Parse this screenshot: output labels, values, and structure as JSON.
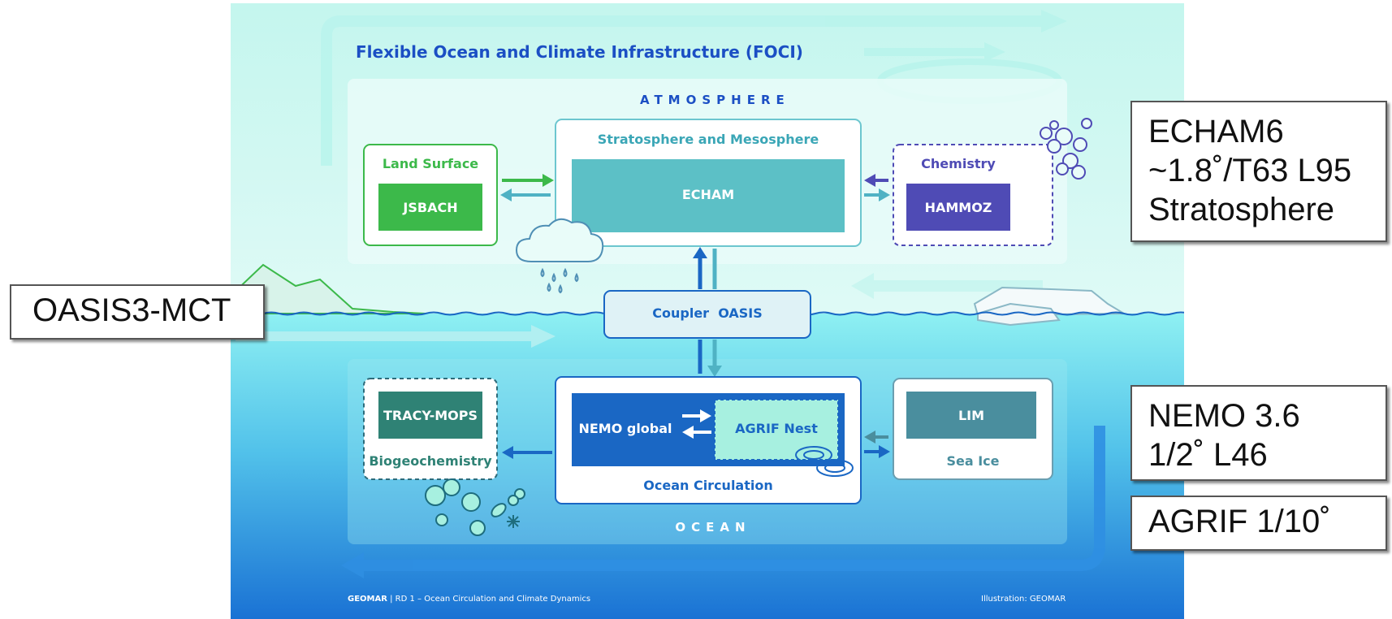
{
  "diagram": {
    "title": "Flexible Ocean and Climate Infrastructure (FOCI)",
    "layers": {
      "atmosphere": "ATMOSPHERE",
      "ocean": "OCEAN"
    },
    "components": {
      "stratosphere": {
        "heading": "Stratosphere and Mesosphere",
        "model": "ECHAM"
      },
      "land": {
        "heading": "Land Surface",
        "model": "JSBACH"
      },
      "chemistry": {
        "heading": "Chemistry",
        "model": "HAMMOZ"
      },
      "coupler": {
        "label": "Coupler  OASIS"
      },
      "biogeochem": {
        "model": "TRACY-MOPS",
        "heading": "Biogeochemistry"
      },
      "ocean": {
        "global": "NEMO global",
        "nest": "AGRIF Nest",
        "heading": "Ocean Circulation"
      },
      "seaice": {
        "model": "LIM",
        "heading": "Sea Ice"
      }
    },
    "footer": {
      "brand": "GEOMAR",
      "text": " | RD 1 – Ocean Circulation and Climate Dynamics",
      "credit": "Illustration: GEOMAR"
    },
    "colors": {
      "title": "#1b4fc4",
      "echam": "#5cc0c6",
      "jsbach": "#3cb94a",
      "hammoz": "#4f4bb5",
      "tracy": "#2f8275",
      "nemo": "#1a67c4",
      "agrif": "#a7f0e0",
      "lim": "#4a8e9e",
      "coupler_bg": "#dff2f6"
    },
    "icons": [
      "cloud-rain-icon",
      "bubbles-icon",
      "plankton-icon",
      "eddy-icon"
    ]
  },
  "callouts": {
    "oasis": {
      "lines": [
        "OASIS3-MCT"
      ]
    },
    "echam": {
      "lines": [
        "ECHAM6",
        "~1.8˚/T63 L95",
        "Stratosphere"
      ]
    },
    "nemo": {
      "lines": [
        "NEMO 3.6",
        "1/2˚ L46"
      ]
    },
    "agrif": {
      "lines": [
        "AGRIF 1/10˚"
      ]
    }
  }
}
